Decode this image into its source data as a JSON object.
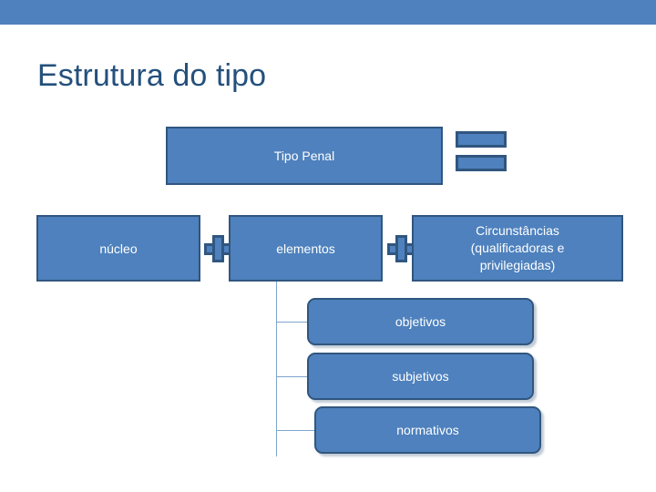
{
  "slide": {
    "title": "Estrutura do tipo",
    "accent_color": "#4E81BD",
    "title_color": "#24507C",
    "box_fill": "#4E81BD",
    "box_border": "#31567F",
    "box_text_color": "#FFFFFF",
    "connector_color": "#7FA6CD"
  },
  "diagram": {
    "top": {
      "label": "Tipo Penal",
      "operator": "equals-sign"
    },
    "components": [
      {
        "label": "núcleo"
      },
      {
        "label": "elementos"
      },
      {
        "label": "Circunstâncias\n(qualificadoras e\nprivilegiadas)"
      }
    ],
    "component_labels": {
      "nucleo": "núcleo",
      "elementos": "elementos",
      "circunstancias_line1": "Circunstâncias",
      "circunstancias_line2": "(qualificadoras e",
      "circunstancias_line3": "privilegiadas)"
    },
    "operators": [
      {
        "name": "plus-sign",
        "between": [
          "núcleo",
          "elementos"
        ]
      },
      {
        "name": "plus-sign",
        "between": [
          "elementos",
          "Circunstâncias (qualificadoras e privilegiadas)"
        ]
      }
    ],
    "elementos_children": [
      {
        "label": "objetivos"
      },
      {
        "label": "subjetivos"
      },
      {
        "label": "normativos"
      }
    ],
    "children_labels": {
      "objetivos": "objetivos",
      "subjetivos": "subjetivos",
      "normativos": "normativos"
    }
  }
}
